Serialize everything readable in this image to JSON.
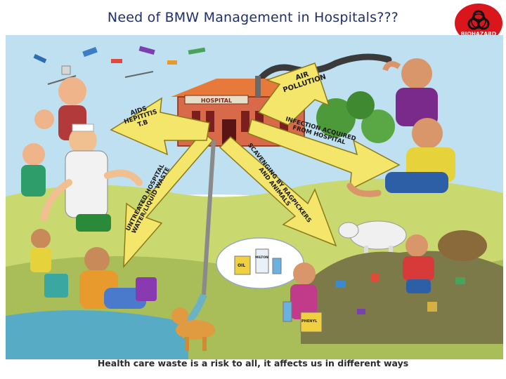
{
  "slide": {
    "title": "Need of BMW Management in Hospitals???",
    "caption": "Health care waste is a risk to all, it affects us in different ways"
  },
  "badge": {
    "label": "BIOHAZARD",
    "icon": "biohazard-icon",
    "color": "#d8161c"
  },
  "illustration": {
    "hospital_sign": "HOSPITAL",
    "arrows": {
      "diseases": [
        "AIDS",
        "HEPITITIS",
        "T.B"
      ],
      "air": [
        "AIR",
        "POLLUTION"
      ],
      "infection": [
        "INFECTION ACQUIRED",
        "FROM HOSPITAL"
      ],
      "scavenging": [
        "SCAVENGING BY RAGPICKERS",
        "AND ANIMALS"
      ],
      "liquid_waste": [
        "UNTREATED HOSPITAL",
        "WATER/LIQUID WASTE"
      ]
    },
    "bottles": {
      "oil": "OIL",
      "bottle2": "MILTON",
      "phenyl": "PHENYL"
    },
    "arrow_color": "#f4e66a",
    "sky_color": "#b9dcee",
    "ground_color": "#c7d66d"
  }
}
